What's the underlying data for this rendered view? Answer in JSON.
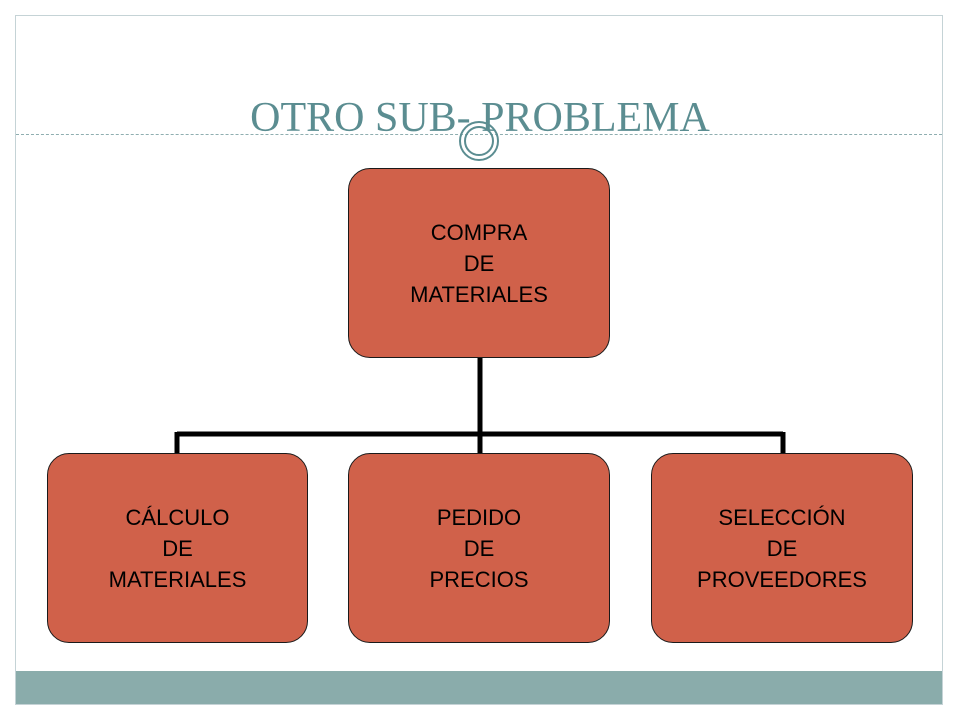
{
  "slide": {
    "title": "OTRO SUB- PROBLEMA"
  },
  "colors": {
    "title": "#5b8d91",
    "node_fill": "#d0614a",
    "bottom_bar": "#8aacab",
    "connector": "#000000"
  },
  "diagram": {
    "root": {
      "lines": [
        "COMPRA",
        "DE",
        "MATERIALES"
      ]
    },
    "children": [
      {
        "lines": [
          "CÁLCULO",
          "DE",
          "MATERIALES"
        ]
      },
      {
        "lines": [
          "PEDIDO",
          "DE",
          "PRECIOS"
        ]
      },
      {
        "lines": [
          "SELECCIÓN",
          "DE",
          "PROVEEDORES"
        ]
      }
    ]
  }
}
